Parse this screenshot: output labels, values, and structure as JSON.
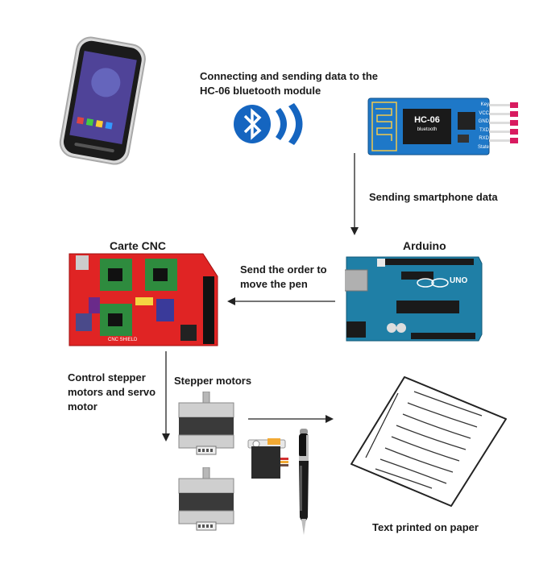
{
  "labels": {
    "connecting": "Connecting and sending data to the HC-06 bluetooth module",
    "sending_smartphone": "Sending smartphone data",
    "arduino": "Arduino",
    "carte_cnc": "Carte CNC",
    "send_order": "Send the order to move the pen",
    "control_motors": "Control stepper motors and servo motor",
    "stepper_motors": "Stepper motors",
    "text_printed": "Text printed on paper"
  },
  "hc06": {
    "name": "HC-06",
    "sub": "bluetooth",
    "pins": [
      "Key",
      "VCC",
      "GND",
      "TXD",
      "RXD",
      "State"
    ]
  },
  "arduino_board": {
    "logo": "UNO"
  },
  "cnc_board": {
    "silk": "CNC SHIELD"
  },
  "colors": {
    "arduino_blue": "#1f7fa6",
    "cnc_red": "#e02424",
    "bluetooth_blue": "#1565c0",
    "hc06_blue": "#1e78c8"
  }
}
